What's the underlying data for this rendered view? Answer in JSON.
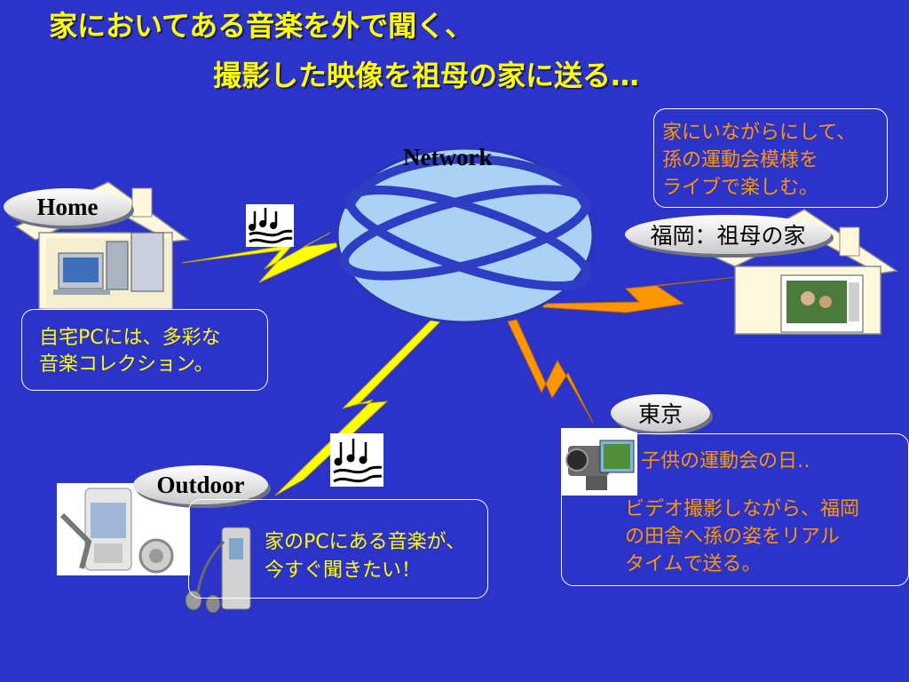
{
  "title": {
    "line1": "家においてある音楽を外で聞く、",
    "line2": "撮影した映像を祖母の家に送る…"
  },
  "network": {
    "label": "Network"
  },
  "home": {
    "label": "Home",
    "note_line1": "自宅PCには、多彩な",
    "note_line2": "音楽コレクション。"
  },
  "fukuoka": {
    "label": "福岡：祖母の家",
    "note_line1": "家にいながらにして、",
    "note_line2": "孫の運動会模様を",
    "note_line3": "ライブで楽しむ。"
  },
  "tokyo": {
    "label": "東京",
    "note_line1": "子供の運動会の日‥",
    "note_line2": "ビデオ撮影しながら、福岡",
    "note_line3": "の田舎へ孫の姿をリアル",
    "note_line4": "タイムで送る。"
  },
  "outdoor": {
    "label": "Outdoor",
    "note_line1": "家のPCにある音楽が、",
    "note_line2": "今すぐ聞きたい！"
  },
  "colors": {
    "background": "#2b33c9",
    "title": "#ffff00",
    "home_outdoor_text": "#ffff00",
    "fukuoka_tokyo_text": "#ff9500",
    "lightning_home": "#ffff00",
    "lightning_fukuoka_tokyo": "#ff9500",
    "globe": "#a9d2f5"
  }
}
